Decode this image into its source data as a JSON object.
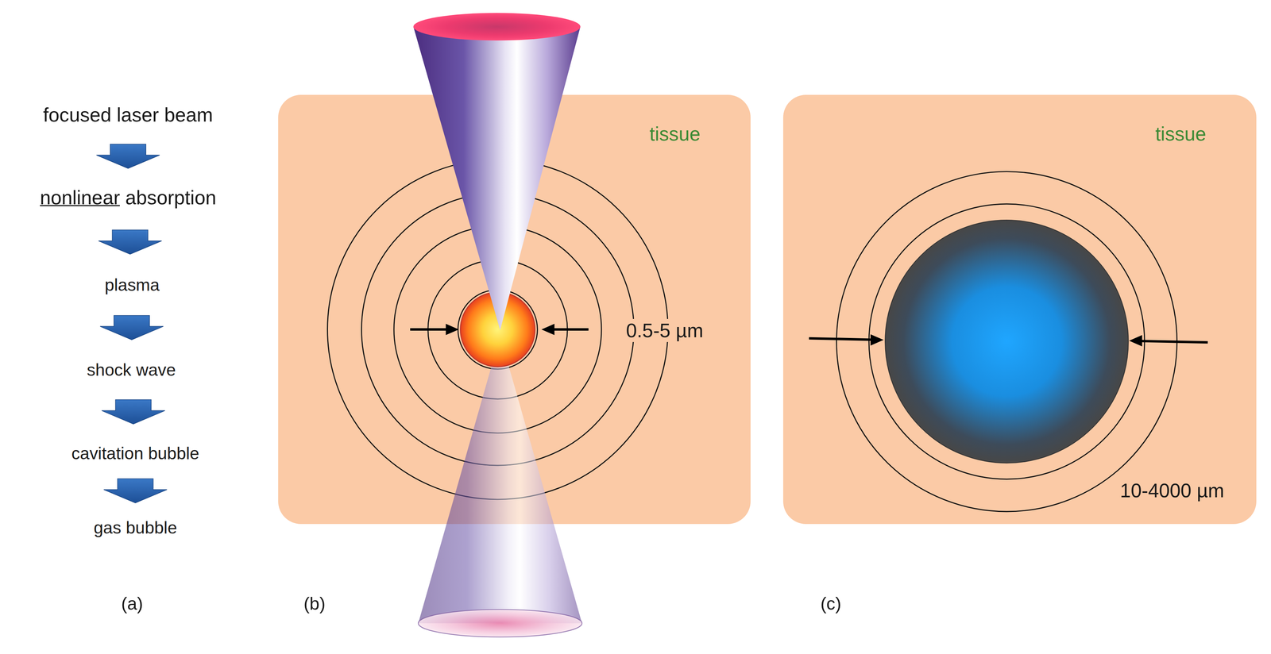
{
  "diagram": {
    "nodes": [
      {
        "text": [
          "focused laser beam"
        ]
      },
      {
        "text": [
          "nonlinear absorption"
        ]
      },
      {
        "text": [
          "plasma"
        ]
      },
      {
        "text": [
          "shock wave"
        ]
      },
      {
        "text": [
          "cavitation bubble"
        ]
      },
      {
        "text": [
          "gas bubble"
        ]
      },
      {
        "text": [
          "tissue"
        ]
      },
      {
        "text": [
          "tissue"
        ]
      }
    ],
    "edges": [
      {
        "from": 0,
        "to": 1,
        "arrow": "to"
      },
      {
        "from": 1,
        "to": 2,
        "arrow": "to"
      },
      {
        "from": 2,
        "to": 3,
        "arrow": "to"
      },
      {
        "from": 3,
        "to": 4,
        "arrow": "to"
      },
      {
        "from": 4,
        "to": 5,
        "arrow": "to"
      }
    ],
    "labels": [
      "0.5-5 µm",
      "10-4000 µm",
      "(a)",
      "(b)",
      "(c)"
    ]
  }
}
